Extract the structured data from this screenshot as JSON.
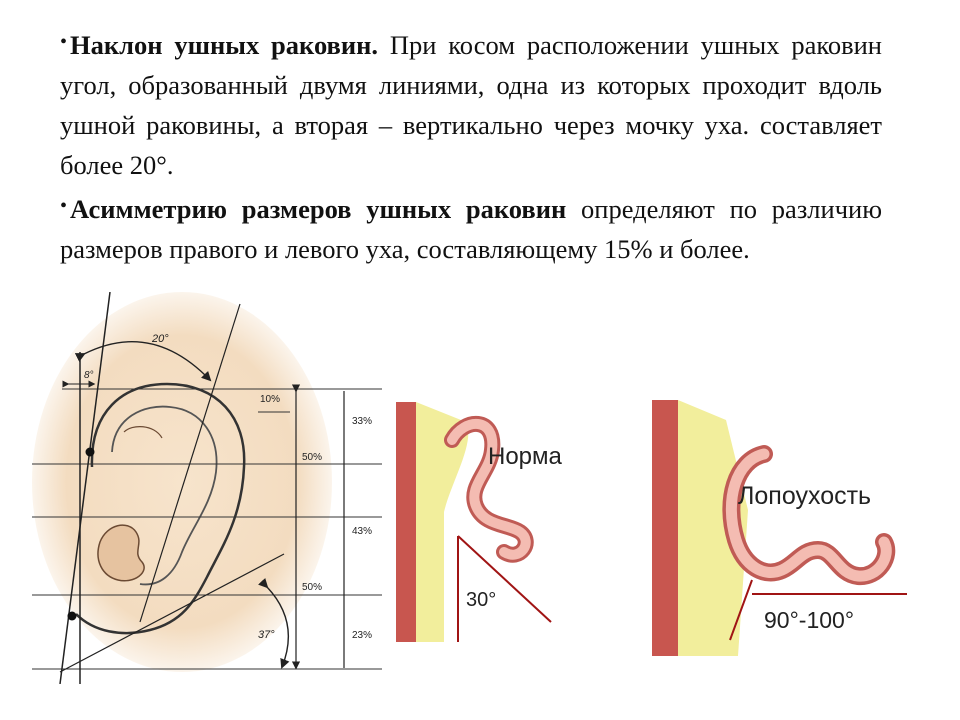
{
  "paragraphs": [
    {
      "bold": "Наклон ушных раковин.",
      "text": " При косом расположении ушных раковин угол, образованный двумя линиями, одна из которых проходит вдоль ушной раковины, а вторая – вертикально через мочку уха. составляет более 20°."
    },
    {
      "bold": "Асимметрию размеров ушных раковин",
      "text": " определяют по различию размеров правого и левого уха, составляющему 15% и более."
    }
  ],
  "ear_diagram": {
    "angle_top": "20°",
    "angle_small": "8°",
    "angle_bottom": "37°",
    "pct_top": "10%",
    "pct_mid1": "50%",
    "pct_mid2": "50%",
    "pct_r1": "33%",
    "pct_r2": "43%",
    "pct_r3": "23%"
  },
  "norma_figure": {
    "label": "Норма",
    "angle": "30°"
  },
  "lop_figure": {
    "label": "Лопоухость",
    "angle": "90°-100°"
  },
  "colors": {
    "skin_tan": "#f3dcc0",
    "yellow_tissue": "#f2ee9c",
    "skin_red": "#c8564f",
    "cartilage_pink": "#f4bcb2",
    "angle_line": "#a01414"
  }
}
